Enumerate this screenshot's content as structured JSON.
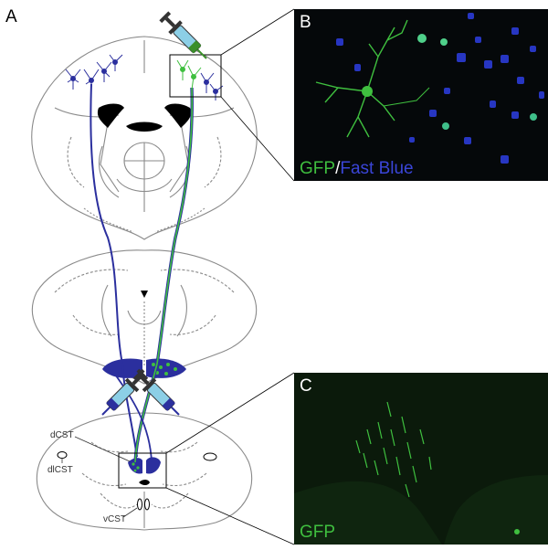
{
  "panels": {
    "a": {
      "letter": "A"
    },
    "b": {
      "letter": "B",
      "label_green": "GFP",
      "label_sep": "/",
      "label_blue": "Fast Blue"
    },
    "c": {
      "letter": "C",
      "label": "GFP"
    }
  },
  "structure_labels": {
    "dcst": "dCST",
    "dlcst": "dlCST",
    "vcst": "vCST"
  },
  "colors": {
    "gfp_green": "#3fbf3f",
    "fast_blue": "#2b2f9e",
    "outline": "#7a7a7a",
    "black": "#000000",
    "syringe_fill": "#8ccfe6",
    "needle_green": "#3a8f2a",
    "micro_bg_b": "#05080a",
    "micro_bg_c": "#0b1a0b"
  },
  "icons": [
    "syringe-icon",
    "neuron-icon"
  ]
}
